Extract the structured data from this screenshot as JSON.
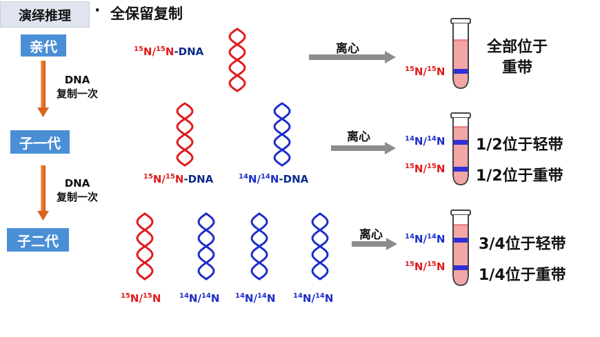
{
  "header": {
    "title": "演绎推理",
    "bullet": "·",
    "subtitle": "全保留复制"
  },
  "generations": {
    "parent": "亲代",
    "first": "子一代",
    "second": "子二代"
  },
  "replication": {
    "line1": "DNA",
    "line2": "复制一次"
  },
  "centrifuge": "离心",
  "isotopes": {
    "n15": "15",
    "n14": "14",
    "n": "N",
    "slash": "/",
    "dna_suffix": "-DNA"
  },
  "results": {
    "row1_line1": "全部位于",
    "row1_line2": "重带",
    "row2_light": "1/2位于轻带",
    "row2_heavy": "1/2位于重带",
    "row3_light": "3/4位于轻带",
    "row3_heavy": "1/4位于重带"
  },
  "colors": {
    "heavy_strand": "#e01b1b",
    "light_strand": "#1c2ec9",
    "generation_box": "#4a8fd6",
    "arrow_gray": "#8c8c8c",
    "arrow_orange": "#e8732a",
    "band": "#2f2fd8",
    "tube_fill": "#f2a6a6"
  }
}
